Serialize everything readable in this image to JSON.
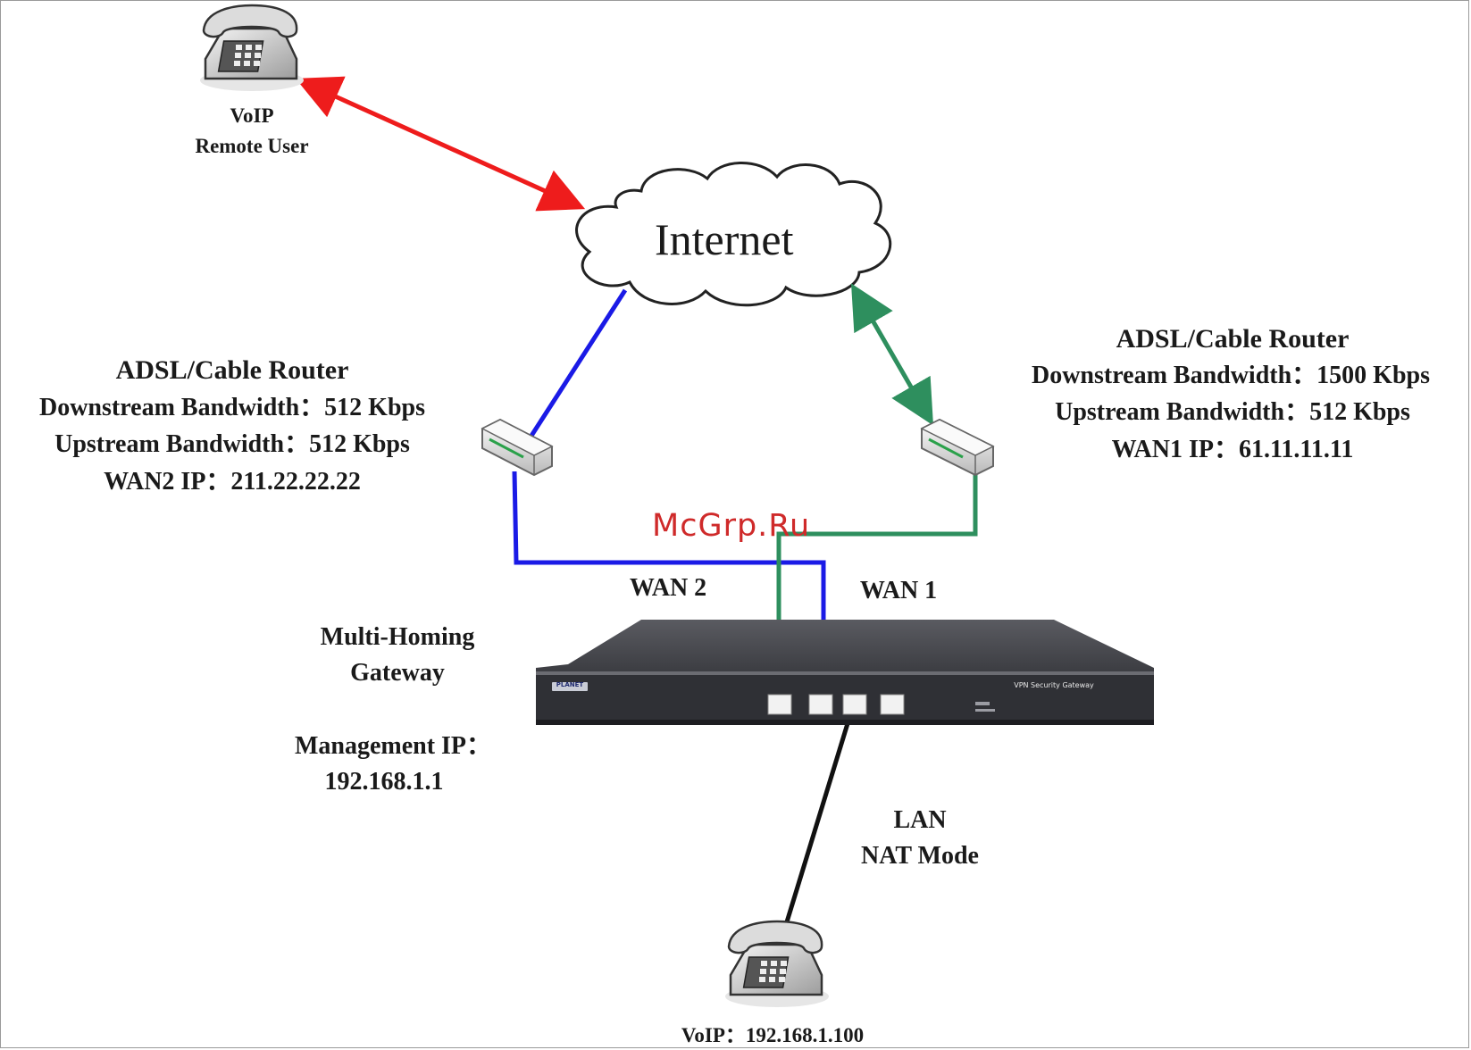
{
  "cloud": {
    "label": "Internet"
  },
  "remote_phone": {
    "label_line1": "VoIP",
    "label_line2": "Remote User"
  },
  "router_left": {
    "title": "ADSL/Cable Router",
    "downstream": "Downstream Bandwidth：512 Kbps",
    "upstream": "Upstream Bandwidth：512 Kbps",
    "wan_ip": "WAN2 IP：211.22.22.22"
  },
  "router_right": {
    "title": "ADSL/Cable Router",
    "downstream": "Downstream Bandwidth：1500 Kbps",
    "upstream": "Upstream Bandwidth：512 Kbps",
    "wan_ip": "WAN1 IP：61.11.11.11"
  },
  "links": {
    "wan2": "WAN 2",
    "wan1": "WAN 1"
  },
  "gateway": {
    "label_line1": "Multi-Homing",
    "label_line2": "Gateway",
    "mgmt_line1": "Management IP：",
    "mgmt_line2": "192.168.1.1",
    "front_brand": "PLANET",
    "front_title": "VPN Security Gateway"
  },
  "lan": {
    "line1": "LAN",
    "line2": "NAT Mode"
  },
  "local_phone": {
    "label": "VoIP：192.168.1.100"
  },
  "watermark": {
    "text": "McGrp.Ru"
  },
  "colors": {
    "remote_link": "#ee1c1c",
    "wan2_link": "#1a1ae6",
    "wan1_link": "#2e8f5e",
    "lan_link": "#111111",
    "cloud_stroke": "#222222",
    "device_body": "#3f4045"
  }
}
